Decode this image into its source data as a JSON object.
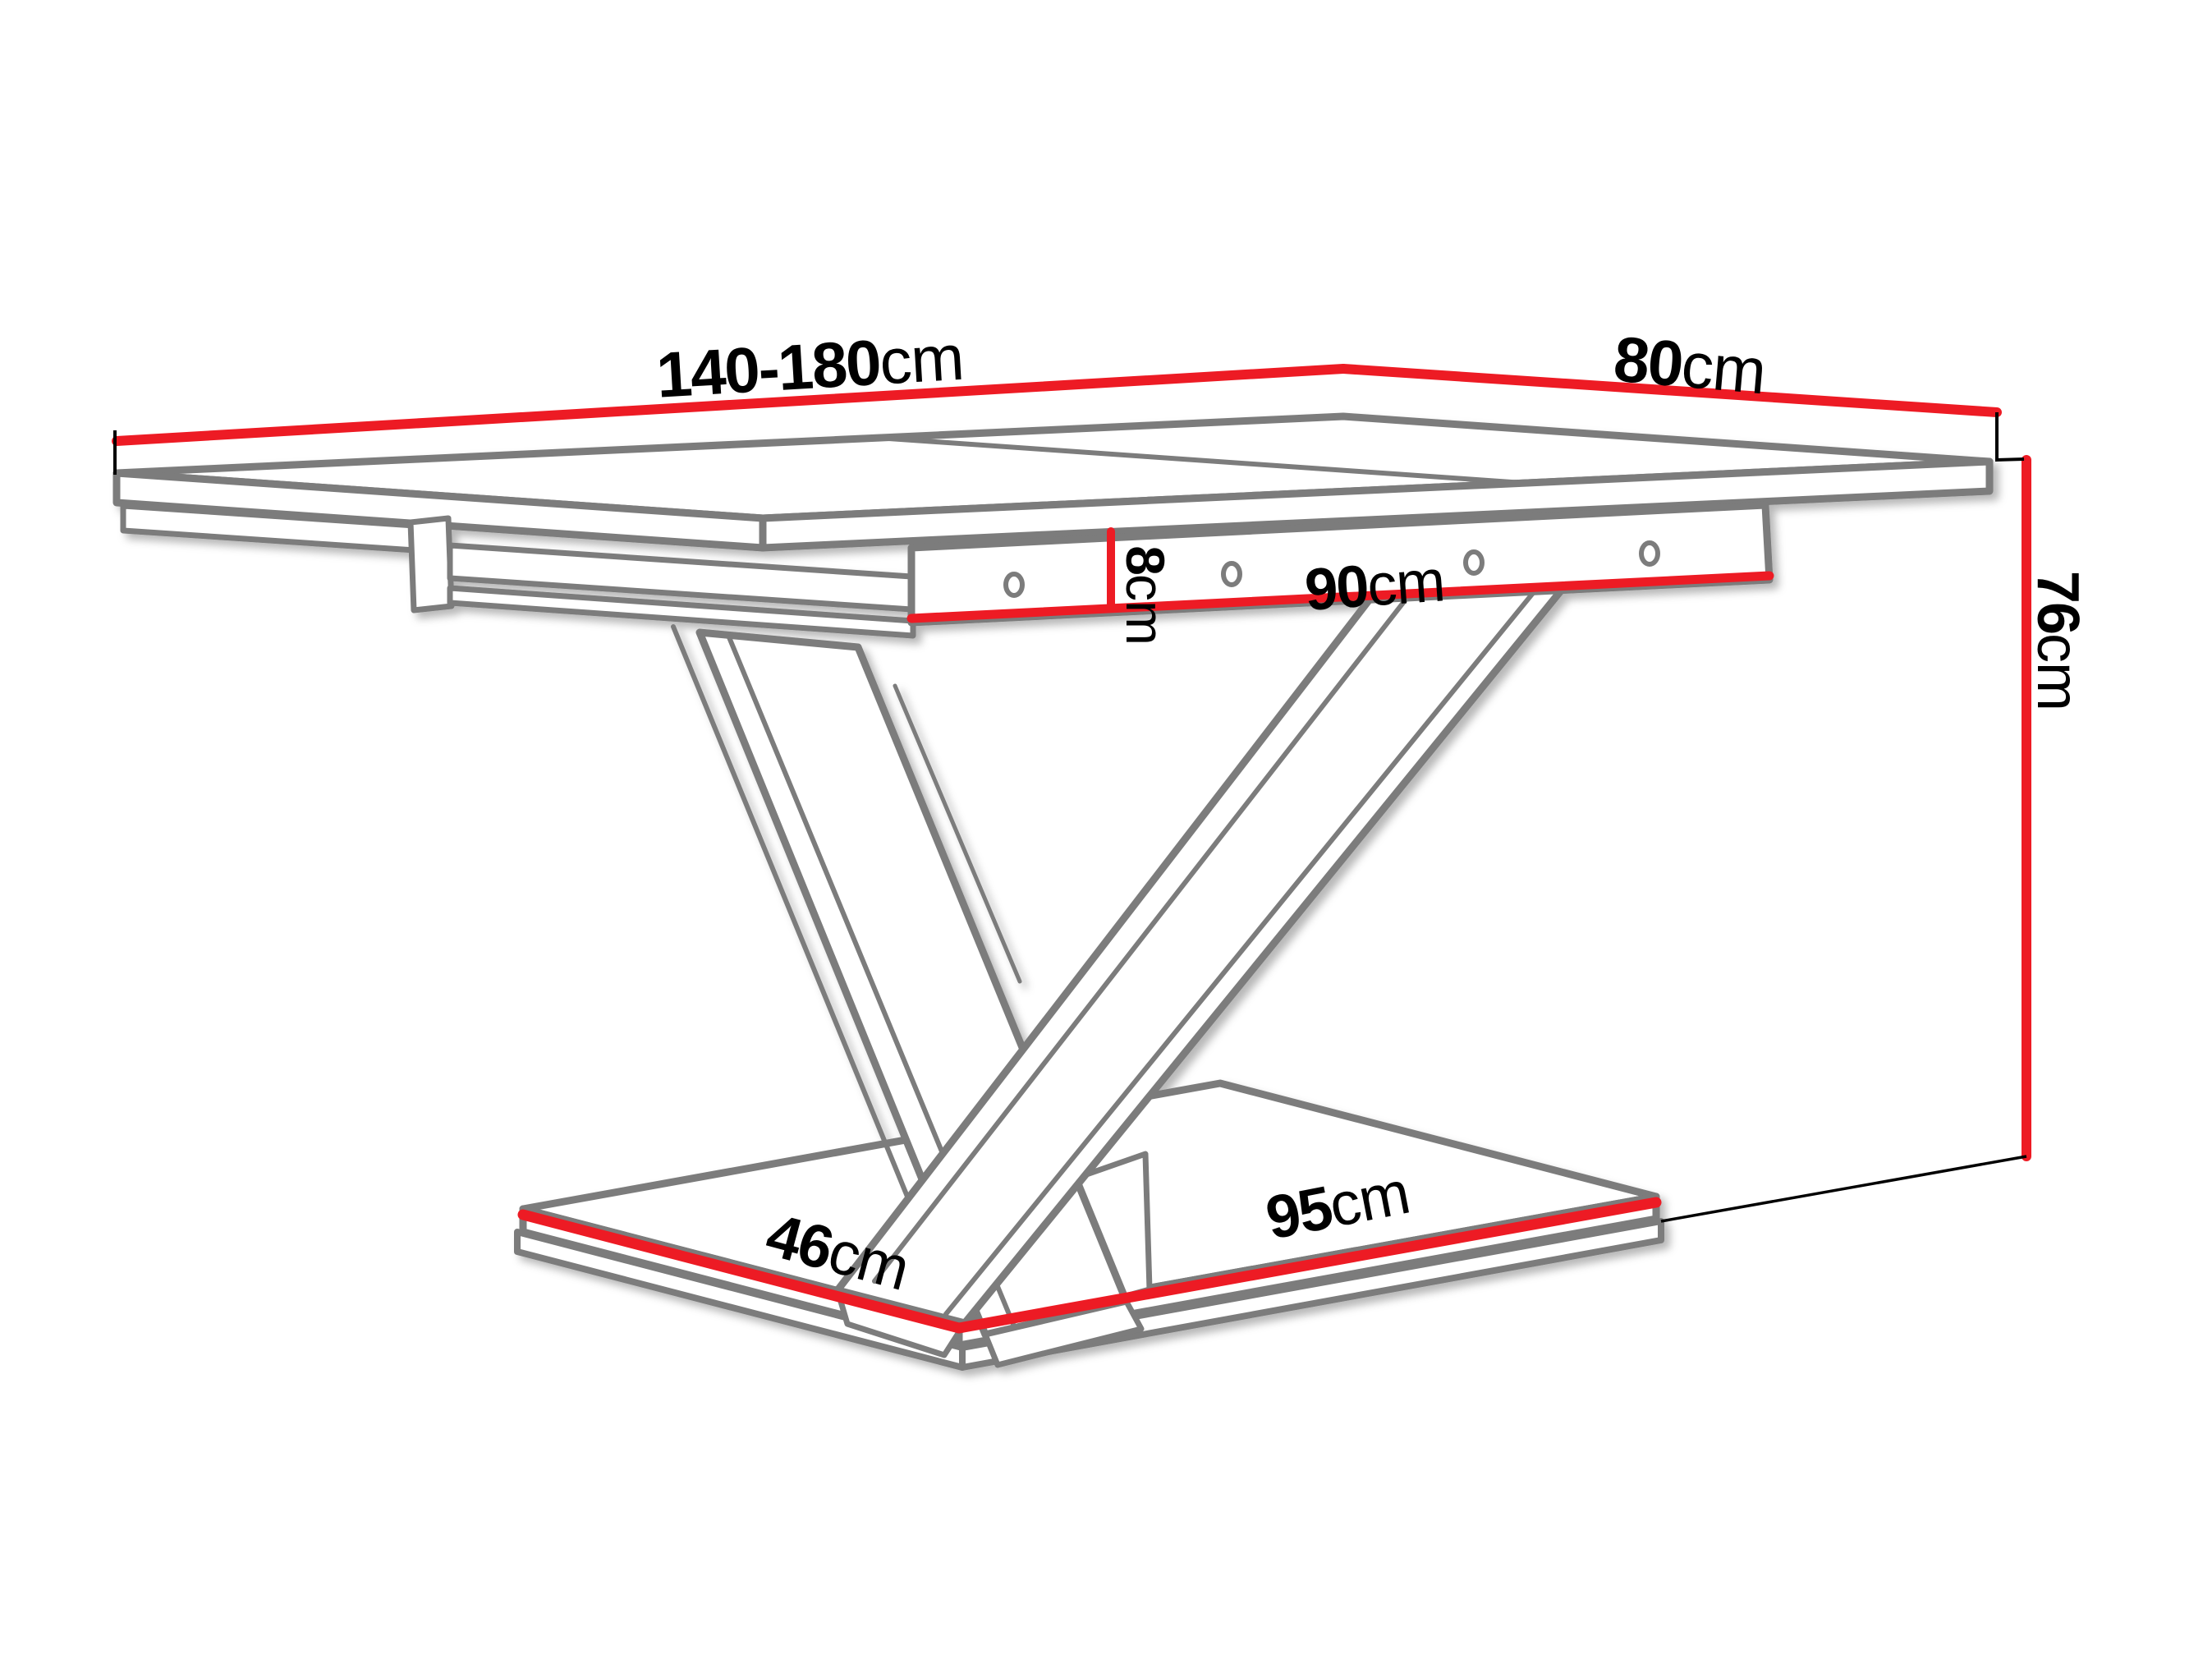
{
  "diagram": {
    "subject": "extendable-dining-table-dimension-drawing",
    "colors": {
      "dimension_red": "#ed1b24",
      "outline_gray": "#7b7b7b",
      "thin_gray": "#8d8d8d",
      "tick_black": "#000000",
      "background": "#ffffff"
    },
    "dimensions": {
      "table_length": {
        "value": "140-180",
        "unit": "cm"
      },
      "table_width": {
        "value": "80",
        "unit": "cm"
      },
      "table_height": {
        "value": "76",
        "unit": "cm"
      },
      "apron_height": {
        "value": "8",
        "unit": "cm"
      },
      "apron_length": {
        "value": "90",
        "unit": "cm"
      },
      "base_depth": {
        "value": "46",
        "unit": "cm"
      },
      "base_length": {
        "value": "95",
        "unit": "cm"
      }
    }
  }
}
